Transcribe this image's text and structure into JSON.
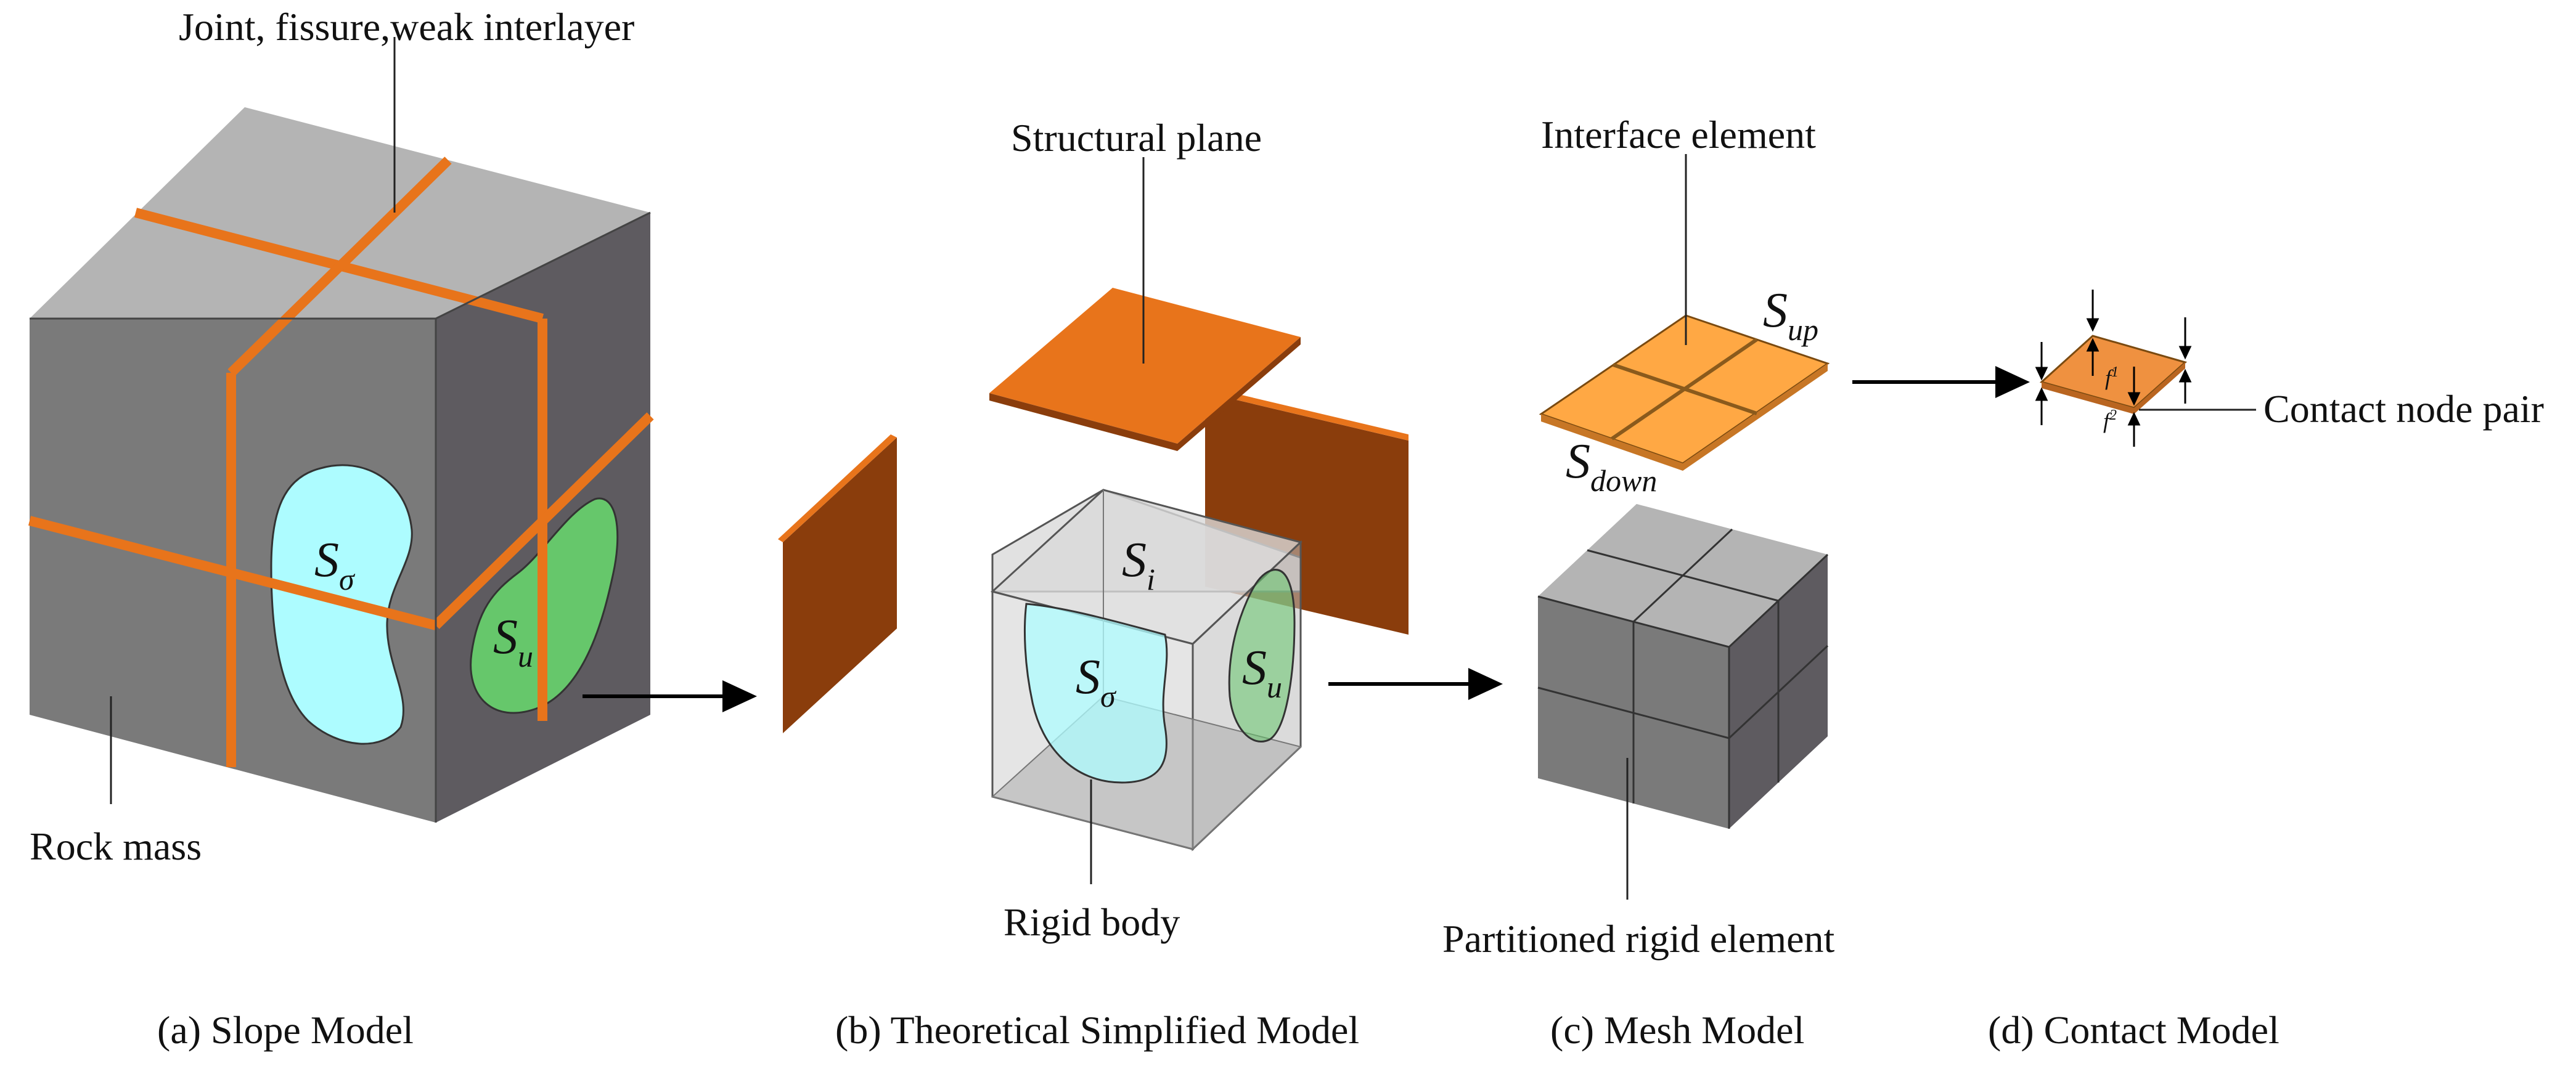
{
  "labels": {
    "joint": "Joint, fissure,weak interlayer",
    "rock_mass": "Rock mass",
    "structural_plane": "Structural plane",
    "rigid_body": "Rigid body",
    "interface_element": "Interface element",
    "partitioned": "Partitioned rigid element",
    "contact_pair": "Contact node pair"
  },
  "captions": {
    "a": "(a) Slope Model",
    "b": "(b) Theoretical Simplified Model",
    "c": "(c) Mesh Model",
    "d": "(d) Contact Model"
  },
  "symbols": {
    "S": "S",
    "sigma": "σ",
    "u": "u",
    "i": "i",
    "up": "up",
    "down": "down",
    "f": "f",
    "sup1": "1",
    "sup2": "2"
  },
  "colors": {
    "rock_top": "#b4b4b4",
    "rock_front": "#7a7a7a",
    "rock_side": "#5e5b60",
    "joint": "#e8741b",
    "joint_dark": "#8a3d0c",
    "stress_boundary": "#adfcff",
    "displacement_boundary": "#66c76b",
    "interface": "#ffa844"
  }
}
